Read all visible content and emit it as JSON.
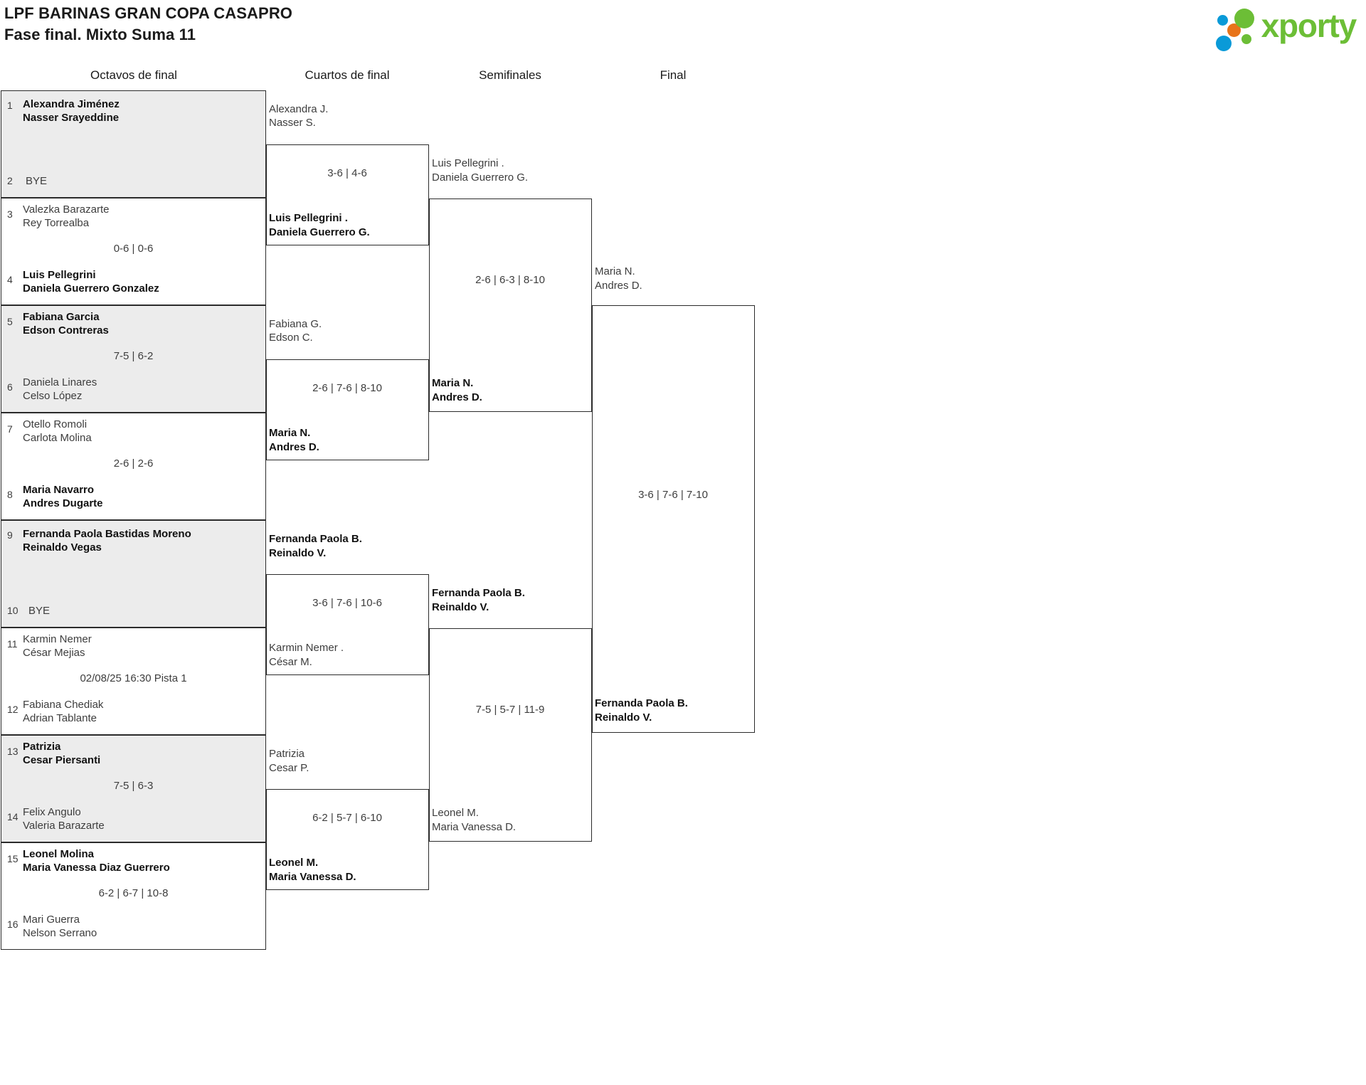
{
  "header": {
    "title_line1": "LPF BARINAS GRAN COPA CASAPRO",
    "title_line2": "Fase final. Mixto Suma 11",
    "logo_text": "xporty"
  },
  "rounds": [
    {
      "label": "Octavos de final"
    },
    {
      "label": "Cuartos de final"
    },
    {
      "label": "Semifinales"
    },
    {
      "label": "Final"
    }
  ],
  "round1": {
    "pairs": [
      {
        "shaded": true,
        "top": {
          "seed": "1",
          "line1": "Alexandra Jiménez",
          "line2": "Nasser Srayeddine",
          "winner": true
        },
        "bottom": {
          "seed": "2",
          "bye": "BYE",
          "winner": false
        },
        "score": ""
      },
      {
        "shaded": false,
        "top": {
          "seed": "3",
          "line1": "Valezka Barazarte",
          "line2": "Rey Torrealba",
          "winner": false
        },
        "bottom": {
          "seed": "4",
          "line1": "Luis Pellegrini",
          "line2": "Daniela Guerrero Gonzalez",
          "winner": true
        },
        "score": "0-6 | 0-6"
      },
      {
        "shaded": true,
        "top": {
          "seed": "5",
          "line1": "Fabiana Garcia",
          "line2": "Edson Contreras",
          "winner": true
        },
        "bottom": {
          "seed": "6",
          "line1": "Daniela Linares",
          "line2": "Celso López",
          "winner": false
        },
        "score": "7-5 | 6-2"
      },
      {
        "shaded": false,
        "top": {
          "seed": "7",
          "line1": "Otello Romoli",
          "line2": "Carlota Molina",
          "winner": false
        },
        "bottom": {
          "seed": "8",
          "line1": "Maria Navarro",
          "line2": "Andres Dugarte",
          "winner": true
        },
        "score": "2-6 | 2-6"
      },
      {
        "shaded": true,
        "top": {
          "seed": "9",
          "line1": "Fernanda Paola Bastidas Moreno",
          "line2": "Reinaldo Vegas",
          "winner": true
        },
        "bottom": {
          "seed": "10",
          "bye": "BYE",
          "winner": false
        },
        "score": ""
      },
      {
        "shaded": false,
        "top": {
          "seed": "11",
          "line1": "Karmin Nemer",
          "line2": "César Mejias",
          "winner": false
        },
        "bottom": {
          "seed": "12",
          "line1": "Fabiana Chediak",
          "line2": "Adrian Tablante",
          "winner": false
        },
        "score": "02/08/25 16:30 Pista 1"
      },
      {
        "shaded": true,
        "top": {
          "seed": "13",
          "line1": "Patrizia",
          "line2": "Cesar Piersanti",
          "winner": true
        },
        "bottom": {
          "seed": "14",
          "line1": "Felix Angulo",
          "line2": "Valeria Barazarte",
          "winner": false
        },
        "score": "7-5 | 6-3"
      },
      {
        "shaded": false,
        "top": {
          "seed": "15",
          "line1": "Leonel Molina",
          "line2": "Maria Vanessa Diaz Guerrero",
          "winner": true
        },
        "bottom": {
          "seed": "16",
          "line1": "Mari Guerra",
          "line2": "Nelson Serrano",
          "winner": false
        },
        "score": "6-2 | 6-7 | 10-8"
      }
    ]
  },
  "round2": {
    "matches": [
      {
        "top": {
          "line1": "Alexandra J.",
          "line2": "Nasser S.",
          "winner": false
        },
        "bottom": {
          "line1": "Luis Pellegrini .",
          "line2": "Daniela Guerrero G.",
          "winner": true
        },
        "score": "3-6 | 4-6"
      },
      {
        "top": {
          "line1": "Fabiana G.",
          "line2": "Edson C.",
          "winner": false
        },
        "bottom": {
          "line1": "Maria N.",
          "line2": "Andres D.",
          "winner": true
        },
        "score": "2-6 | 7-6 | 8-10"
      },
      {
        "top": {
          "line1": "Fernanda Paola B.",
          "line2": "Reinaldo V.",
          "winner": true
        },
        "bottom": {
          "line1": "Karmin Nemer .",
          "line2": "César M.",
          "winner": false
        },
        "score": "3-6 | 7-6 | 10-6"
      },
      {
        "top": {
          "line1": "Patrizia",
          "line2": "Cesar P.",
          "winner": false
        },
        "bottom": {
          "line1": "Leonel M.",
          "line2": "Maria Vanessa D.",
          "winner": true
        },
        "score": "6-2 | 5-7 | 6-10"
      }
    ]
  },
  "round3": {
    "matches": [
      {
        "top": {
          "line1": "Luis Pellegrini .",
          "line2": "Daniela Guerrero G.",
          "winner": false
        },
        "bottom": {
          "line1": "Maria N.",
          "line2": "Andres D.",
          "winner": true
        },
        "score": "2-6 | 6-3 | 8-10"
      },
      {
        "top": {
          "line1": "Fernanda Paola B.",
          "line2": "Reinaldo V.",
          "winner": true
        },
        "bottom": {
          "line1": "Leonel M.",
          "line2": "Maria Vanessa D.",
          "winner": false
        },
        "score": "7-5 | 5-7 | 11-9"
      }
    ]
  },
  "round4": {
    "matches": [
      {
        "top": {
          "line1": "Maria N.",
          "line2": "Andres D.",
          "winner": false
        },
        "bottom": {
          "line1": "Fernanda Paola B.",
          "line2": "Reinaldo V.",
          "winner": true
        },
        "score": "3-6 | 7-6 | 7-10"
      }
    ]
  }
}
